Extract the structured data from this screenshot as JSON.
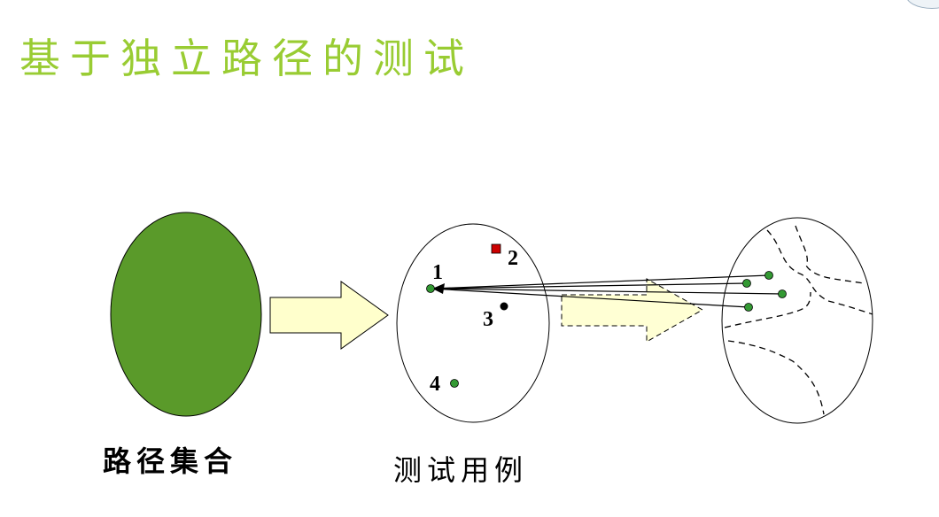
{
  "title": "基于独立路径的测试",
  "captions": {
    "path_set": "路径集合",
    "test_cases": "测试用例"
  },
  "points": {
    "p1": "1",
    "p2": "2",
    "p3": "3",
    "p4": "4"
  },
  "colors": {
    "title": "#99cc33",
    "path_set_fill": "#5a9a2a",
    "arrow_fill": "#ffffcc",
    "point_green": "#339933",
    "point_red": "#cc0000"
  }
}
